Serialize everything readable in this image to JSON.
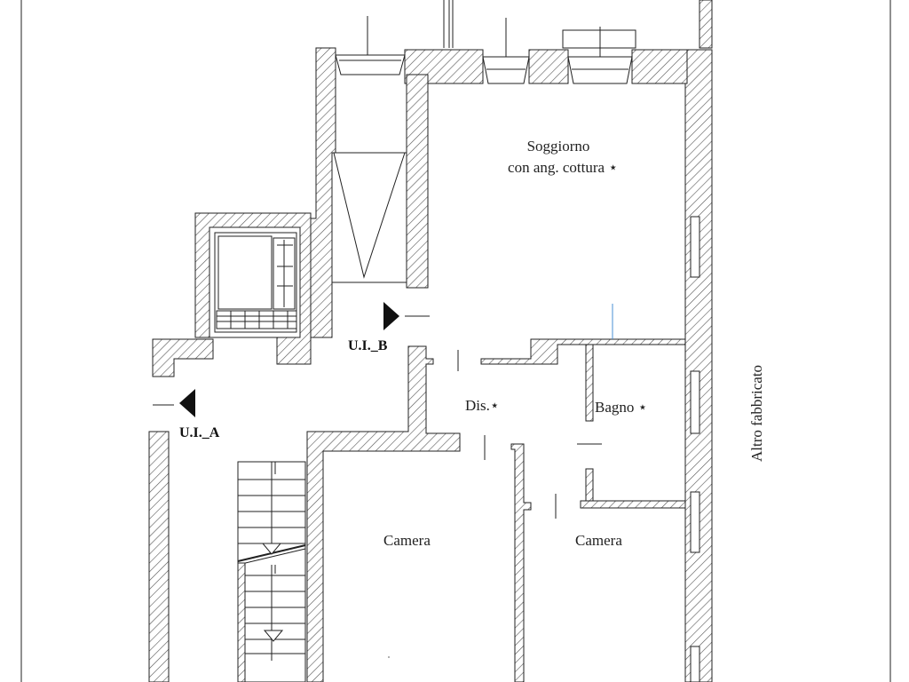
{
  "rooms": {
    "soggiorno_line1": "Soggiorno",
    "soggiorno_line2": "con ang. cottura",
    "soggiorno_star": "⋆",
    "disimpegno": "Dis.",
    "disimpegno_star": "⋆",
    "bagno": "Bagno",
    "bagno_star": "⋆",
    "camera_left": "Camera",
    "camera_right": "Camera"
  },
  "units": {
    "unit_a": "U.I._A",
    "unit_b": "U.I._B"
  },
  "adjacent": {
    "label": "Altro fabbricato"
  },
  "colors": {
    "wall_stroke": "#222222",
    "hatch": "#555555",
    "background": "#ffffff",
    "accent_line": "#4a8fd4"
  },
  "icons": {
    "entrance_a": "entrance-arrow-icon",
    "entrance_b": "entrance-arrow-icon",
    "lift": "lift-icon",
    "stairs": "stairs-icon"
  }
}
